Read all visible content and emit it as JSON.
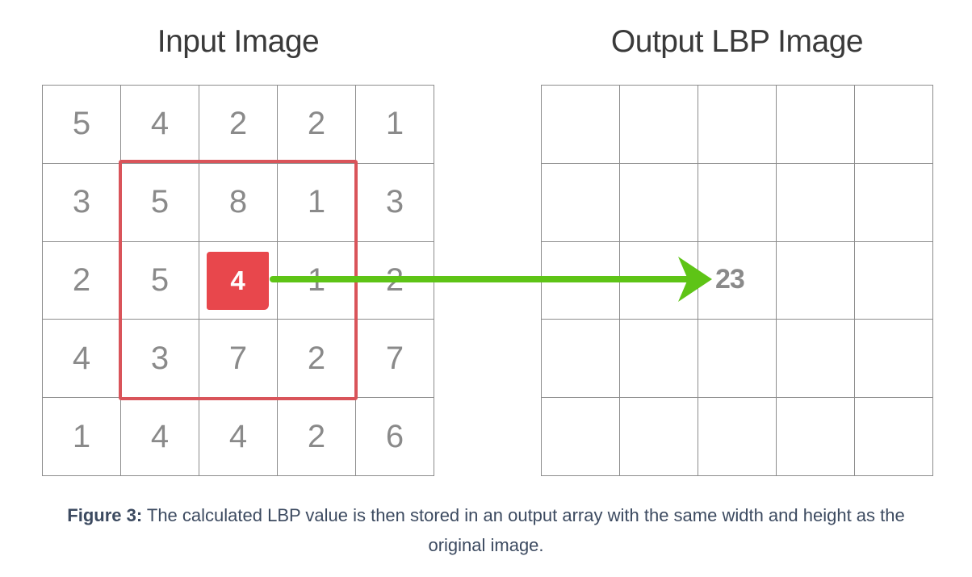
{
  "titles": {
    "input": "Input Image",
    "output": "Output LBP Image"
  },
  "input_grid": [
    [
      "5",
      "4",
      "2",
      "2",
      "1"
    ],
    [
      "3",
      "5",
      "8",
      "1",
      "3"
    ],
    [
      "2",
      "5",
      "4",
      "1",
      "2"
    ],
    [
      "4",
      "3",
      "7",
      "2",
      "7"
    ],
    [
      "1",
      "4",
      "4",
      "2",
      "6"
    ]
  ],
  "center_value": "4",
  "lbp_value": "23",
  "caption": {
    "label": "Figure 3:",
    "text": " The calculated LBP value is then stored in an output array with the same width and height as the original image."
  },
  "colors": {
    "highlight": "#e8474c",
    "neighborhood_border": "#d9545a",
    "arrow": "#5ec416",
    "caption_text": "#3c4a60"
  }
}
